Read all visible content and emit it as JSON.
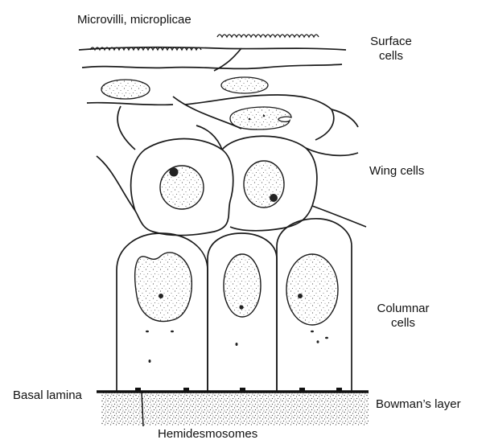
{
  "labels": {
    "microvilli": "Microvilli, microplicae",
    "surface_line1": "Surface",
    "surface_line2": "cells",
    "wing": "Wing cells",
    "columnar_line1": "Columnar",
    "columnar_line2": "cells",
    "basal_lamina": "Basal lamina",
    "bowmans_layer": "Bowman’s layer",
    "hemidesmosomes": "Hemidesmosomes"
  },
  "colors": {
    "ink": "#1a1a1a",
    "paper": "#ffffff",
    "nucleus_fill": "#f1f1f1",
    "stipple": "#555555"
  }
}
